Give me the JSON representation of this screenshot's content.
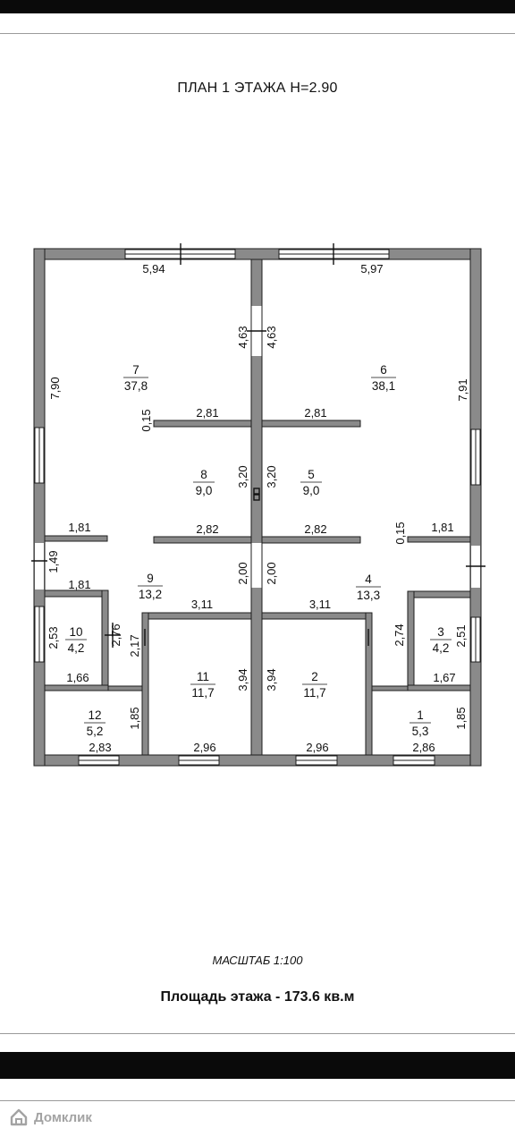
{
  "title": "ПЛАН 1 ЭТАЖА H=2.90",
  "scale": "МАСШТАБ  1:100",
  "area": "Площадь этажа - 173.6 кв.м",
  "watermark": "Домклик",
  "rooms": [
    {
      "id": "room-1",
      "number": "1",
      "area": "5,3"
    },
    {
      "id": "room-2",
      "number": "2",
      "area": "11,7"
    },
    {
      "id": "room-3",
      "number": "3",
      "area": "4,2"
    },
    {
      "id": "room-4",
      "number": "4",
      "area": "13,3"
    },
    {
      "id": "room-5",
      "number": "5",
      "area": "9,0"
    },
    {
      "id": "room-6",
      "number": "6",
      "area": "38,1"
    },
    {
      "id": "room-7",
      "number": "7",
      "area": "37,8"
    },
    {
      "id": "room-8",
      "number": "8",
      "area": "9,0"
    },
    {
      "id": "room-9",
      "number": "9",
      "area": "13,2"
    },
    {
      "id": "room-10",
      "number": "10",
      "area": "4,2"
    },
    {
      "id": "room-11",
      "number": "11",
      "area": "11,7"
    },
    {
      "id": "room-12",
      "number": "12",
      "area": "5,2"
    }
  ],
  "dimensions": {
    "top_left": "5,94",
    "top_right": "5,97",
    "hall_top_left": "4,63",
    "hall_top_right": "4,63",
    "left_wall": "7,90",
    "right_wall": "7,91",
    "wall_left": "0,15",
    "wall_right": "0,15",
    "upper_left": "2,81",
    "upper_right": "2,81",
    "mid_left": "3,20",
    "mid_right": "3,20",
    "shelf_left": "1,81",
    "shelf_right": "1,81",
    "hall_left": "2,82",
    "hall_right": "2,82",
    "left_small": "1,49",
    "left_low": "1,81",
    "center_left": "2,00",
    "center_right": "2,00",
    "bath_left_h": "2,53",
    "bath_left_w": "2,76",
    "corr_left": "3,11",
    "corr_right": "3,11",
    "door_left": "2,17",
    "bath_right_l": "2,74",
    "bath_right_r": "2,51",
    "bath_left_bottom": "1,66",
    "bath_right_bottom": "1,67",
    "bed_left": "3,94",
    "bed_right": "3,94",
    "r12_h": "1,85",
    "r1_h": "1,85",
    "r12_w": "2,83",
    "r11_w": "2,96",
    "r2_w": "2,96",
    "r1_w": "2,86"
  }
}
